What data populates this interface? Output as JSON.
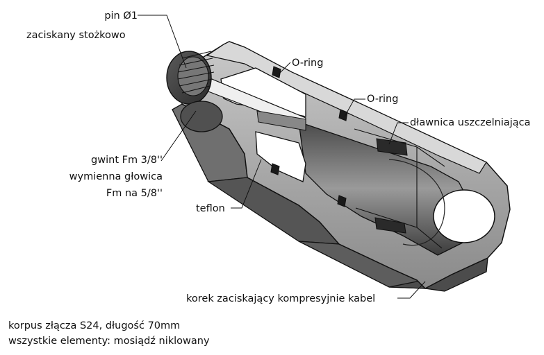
{
  "labels": {
    "pin_line1": "pin Ø1",
    "pin_line2": "zaciskany stożkowo",
    "oring_top": "O-ring",
    "oring_mid": "O-ring",
    "gland": "dławnica uszczelniająca",
    "thread_line1": "gwint Fm 3/8''",
    "thread_line2": "wymienna głowica",
    "thread_line3": "Fm na 5/8''",
    "teflon": "teflon",
    "nut": "korek zaciskający kompresyjnie kabel"
  },
  "footer": {
    "line1": "korpus złącza S24, długość 70mm",
    "line2": "wszystkie elementy: mosiądź niklowany"
  }
}
